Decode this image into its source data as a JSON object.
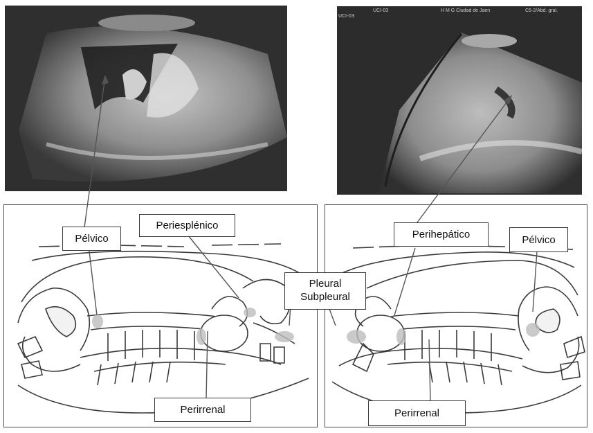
{
  "ultrasound_left": {},
  "ultrasound_right": {
    "header_center": "H M G Ciudad de Jaen",
    "header_left": "UCI-03",
    "header_right": "C5-2/Abd. gral."
  },
  "labels": {
    "pelvico_left": "Pélvico",
    "periesplenico": "Periesplénico",
    "pleural": "Pleural",
    "subpleural": "Subpleural",
    "perirrenal_left": "Perirrenal",
    "perihepatico": "Perihepático",
    "pelvico_right": "Pélvico",
    "perirrenal_right": "Perirrenal"
  }
}
